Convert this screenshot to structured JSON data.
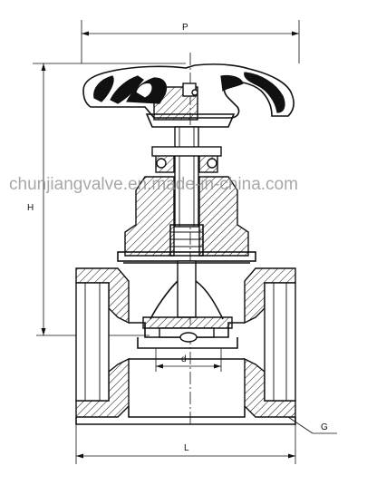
{
  "labels": {
    "top_width": "P",
    "height": "H",
    "bore": "d",
    "length": "L",
    "thread": "G"
  },
  "watermark": "chunjiangvalve.en.made-in-china.com"
}
